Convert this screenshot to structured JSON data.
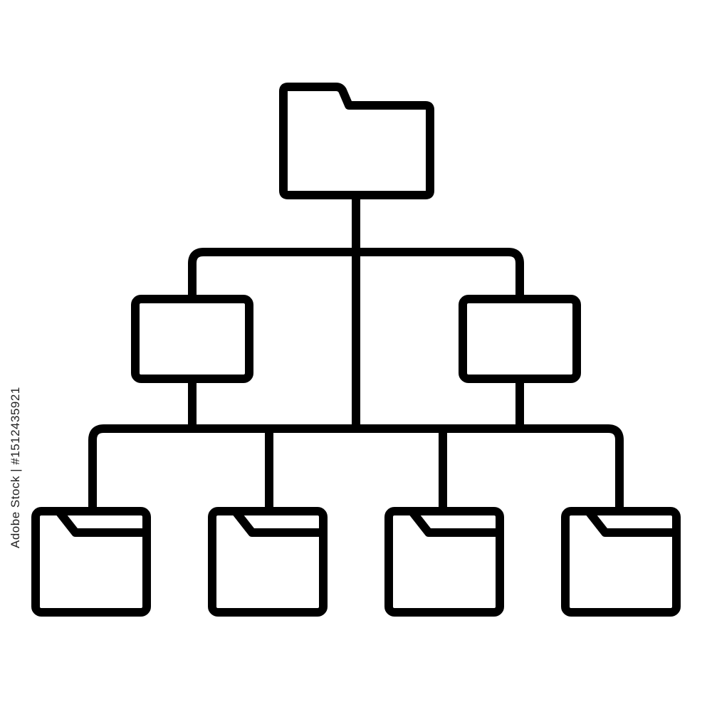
{
  "colors": {
    "stroke": "#000000",
    "background": "#ffffff"
  },
  "watermark": {
    "brand": "Adobe Stock",
    "separator": " | ",
    "id": "#1512435921"
  },
  "nodes": [
    {
      "level": 0,
      "icon": "folder-icon",
      "kind": "folder-tab-top"
    },
    {
      "level": 1,
      "icon": "box-icon",
      "kind": "plain-box"
    },
    {
      "level": 1,
      "icon": "box-icon",
      "kind": "plain-box"
    },
    {
      "level": 2,
      "icon": "folder-icon",
      "kind": "folder-tab-inside"
    },
    {
      "level": 2,
      "icon": "folder-icon",
      "kind": "folder-tab-inside"
    },
    {
      "level": 2,
      "icon": "folder-icon",
      "kind": "folder-tab-inside"
    },
    {
      "level": 2,
      "icon": "folder-icon",
      "kind": "folder-tab-inside"
    }
  ]
}
